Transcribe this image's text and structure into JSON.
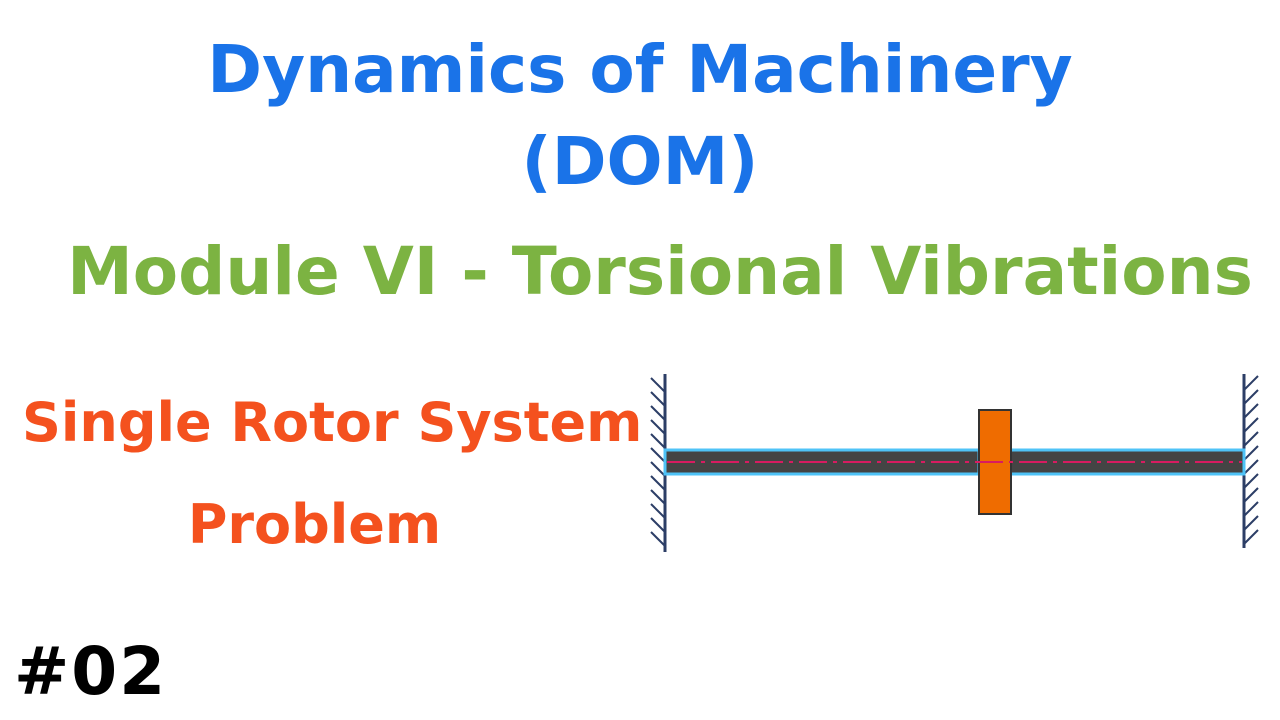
{
  "title": {
    "line1": "Dynamics of Machinery",
    "line2": "(DOM)",
    "color": "#1a73e8"
  },
  "subtitle": {
    "text": "Module VI - Torsional Vibrations",
    "color": "#7cb342"
  },
  "topic": {
    "line1": "Single Rotor System",
    "line2": "Problem",
    "color": "#f4511e"
  },
  "episode": {
    "text": "#02"
  },
  "diagram": {
    "shaft_color": "#444444",
    "shaft_outline_color": "#4fc3f7",
    "centerline_color": "#d81b60",
    "rotor_color": "#ef6c00",
    "wall_color": "#2c3e66"
  }
}
